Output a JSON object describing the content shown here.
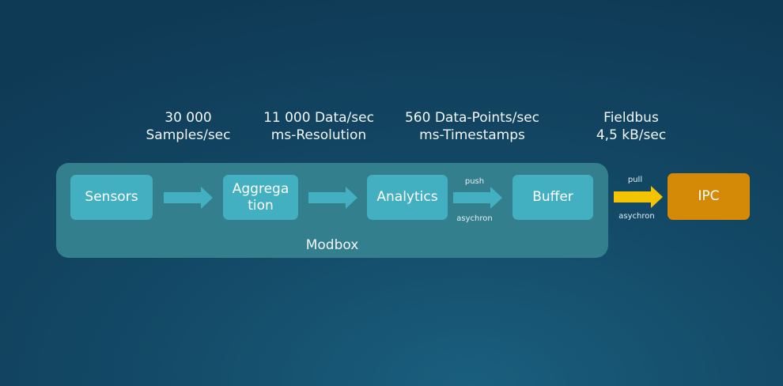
{
  "metrics": [
    {
      "line1": "30 000",
      "line2": "Samples/sec"
    },
    {
      "line1": "11 000 Data/sec",
      "line2": "ms-Resolution"
    },
    {
      "line1": "560 Data-Points/sec",
      "line2": "ms-Timestamps"
    },
    {
      "line1": "Fieldbus",
      "line2": "4,5 kB/sec"
    }
  ],
  "container": {
    "label": "Modbox"
  },
  "nodes": {
    "sensors": {
      "label": "Sensors"
    },
    "aggregation": {
      "line1": "Aggrega",
      "line2": "tion"
    },
    "analytics": {
      "label": "Analytics"
    },
    "buffer": {
      "label": "Buffer"
    },
    "ipc": {
      "label": "IPC"
    }
  },
  "edges": {
    "push": {
      "top": "push",
      "bottom": "asychron"
    },
    "pull": {
      "top": "pull",
      "bottom": "asychron"
    }
  },
  "colors": {
    "node": "#42b0c1",
    "container": "#347f8e",
    "ipc": "#d48a06",
    "arrow": "#42b0c1",
    "pull_arrow": "#f5c400"
  }
}
